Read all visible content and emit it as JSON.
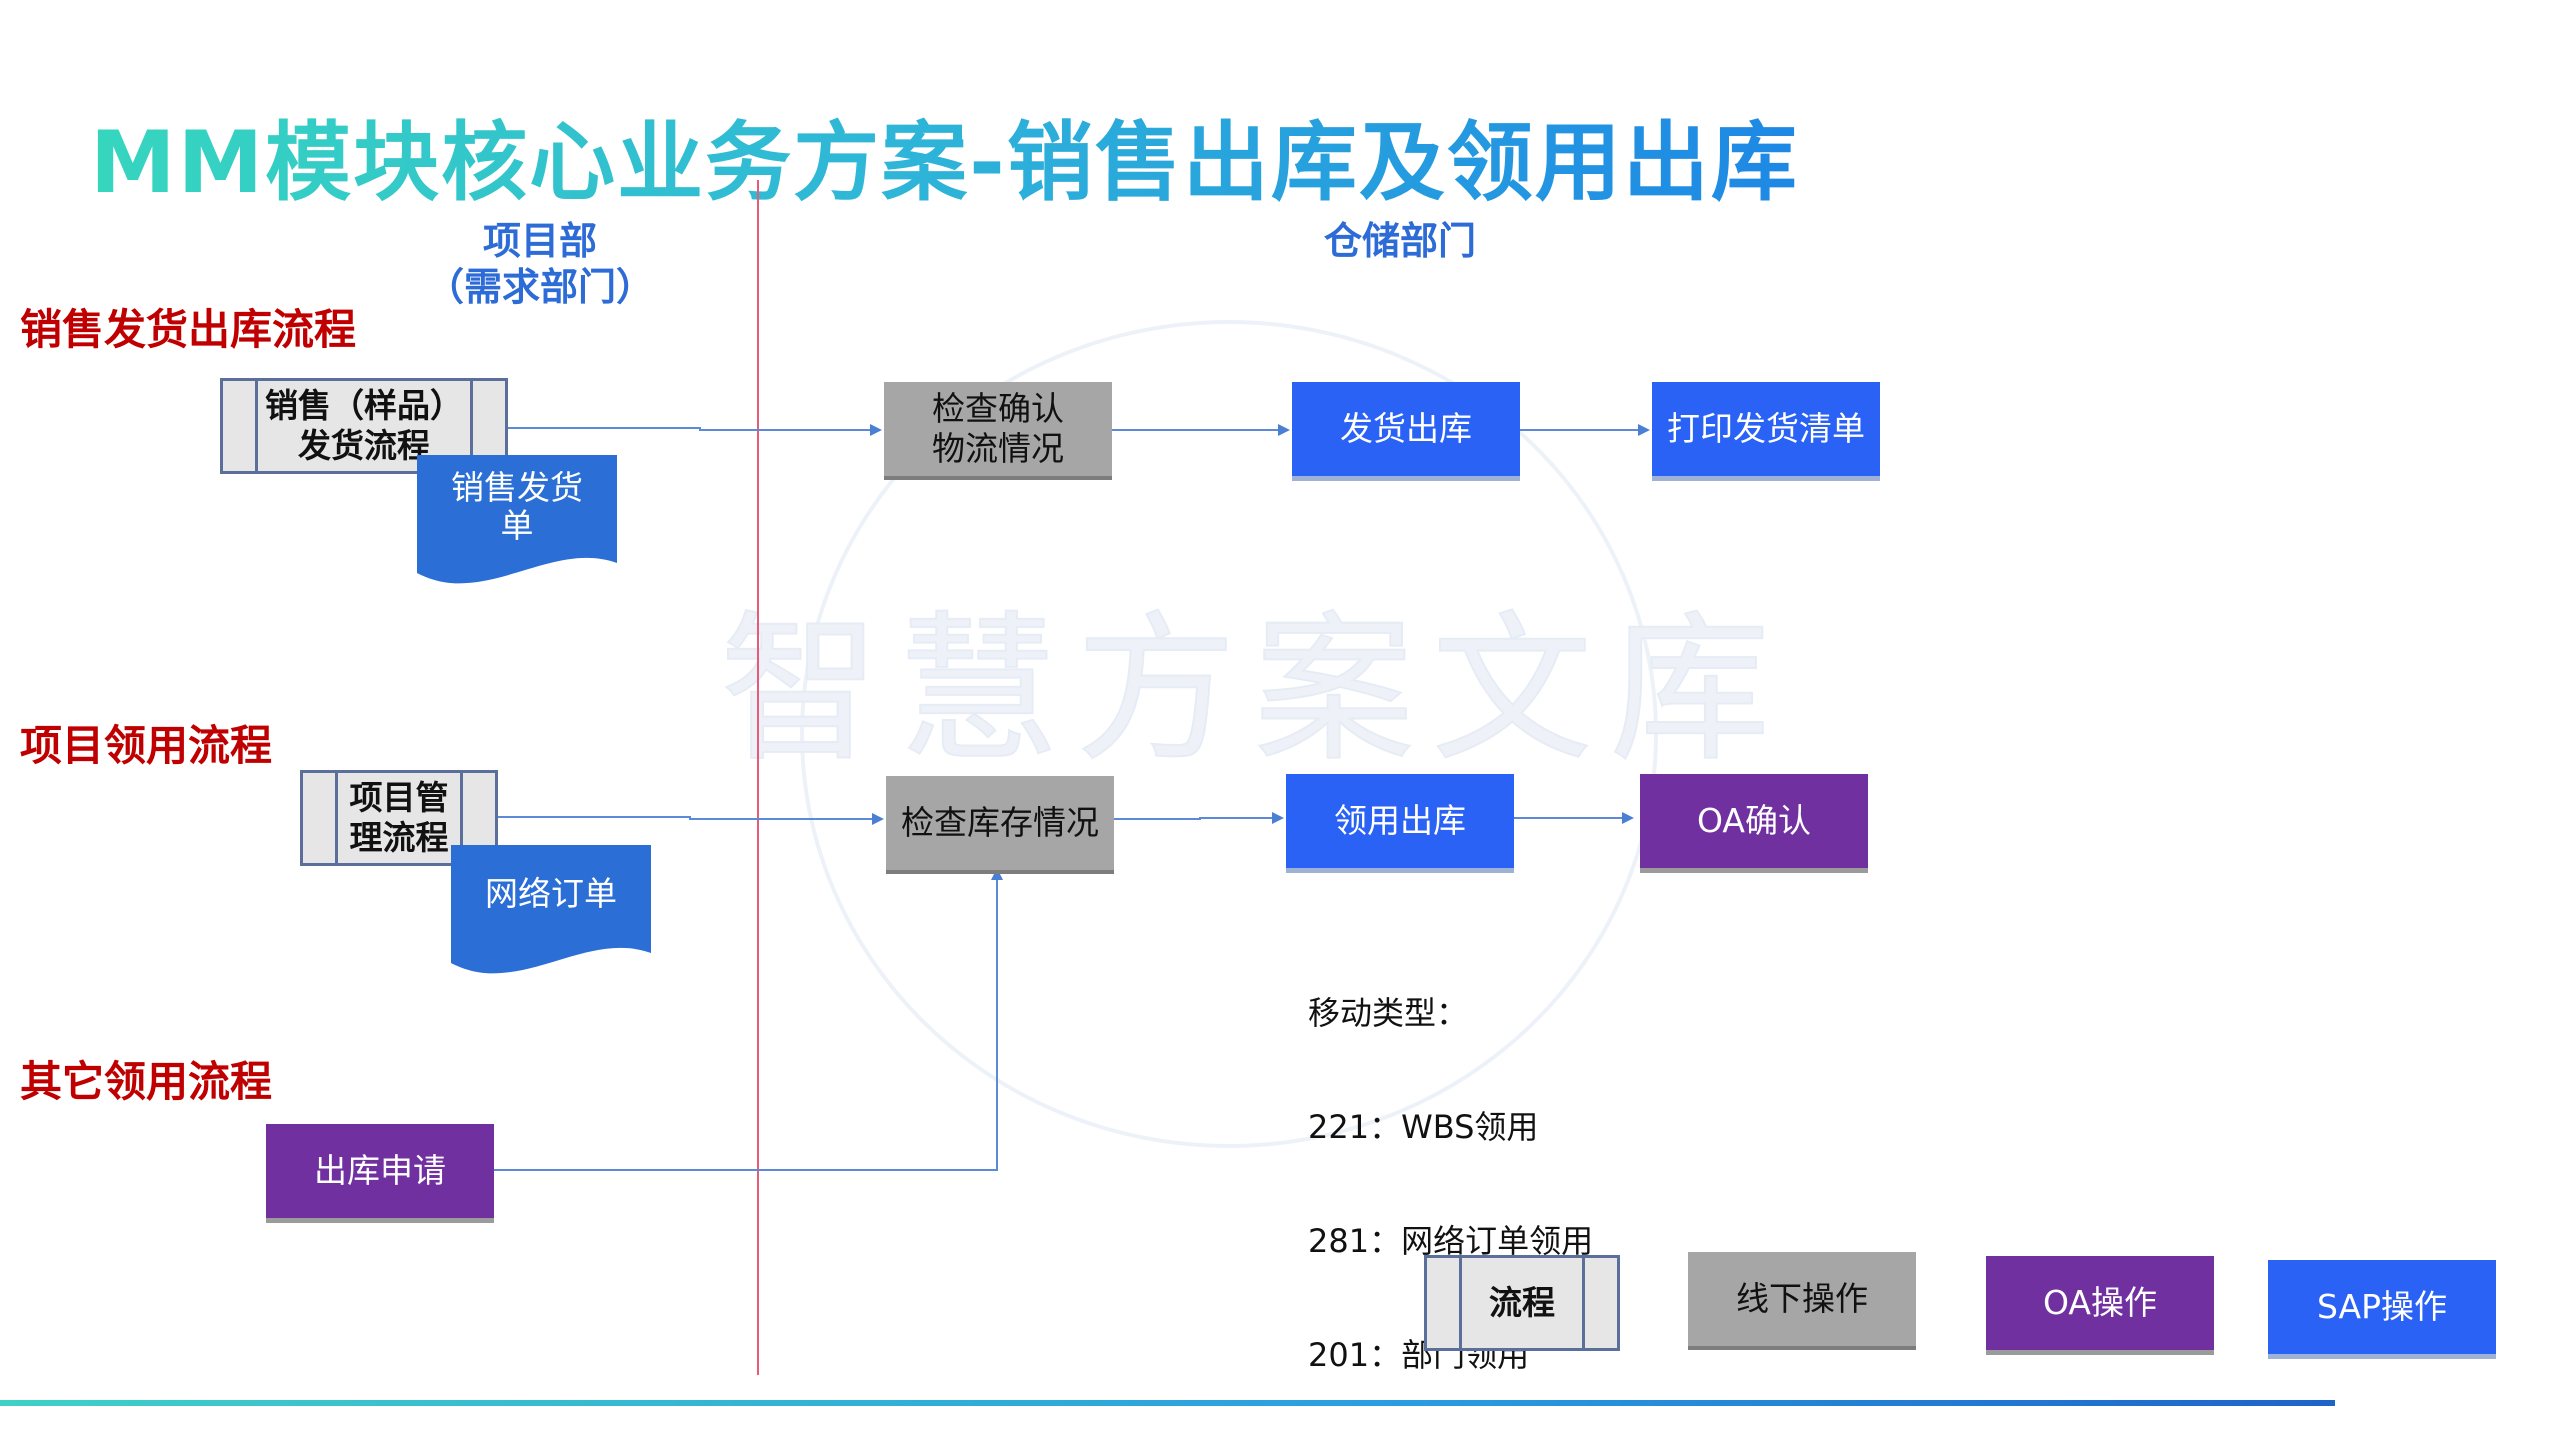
{
  "title": "MM模块核心业务方案-销售出库及领用出库",
  "columns": {
    "project_dept_line1": "项目部",
    "project_dept_line2": "（需求部门）",
    "warehouse_dept": "仓储部门"
  },
  "rows": {
    "sales": "销售发货出库流程",
    "project": "项目领用流程",
    "other": "其它领用流程"
  },
  "nodes": {
    "sales_sample_process": [
      "销售（样品）",
      "发货流程"
    ],
    "sales_delivery_doc": [
      "销售发货",
      "单"
    ],
    "check_logistics": [
      "检查确认",
      "物流情况"
    ],
    "ship_out": "发货出库",
    "print_delivery_list": "打印发货清单",
    "project_mgmt_process": [
      "项目管",
      "理流程"
    ],
    "network_order_doc": "网络订单",
    "check_inventory": "检查库存情况",
    "issue_out": "领用出库",
    "oa_confirm": "OA确认",
    "outbound_request": "出库申请"
  },
  "movement_types": {
    "header": "移动类型：",
    "items": [
      "221：WBS领用",
      "281：网络订单领用",
      "201：部门领用"
    ]
  },
  "legend": {
    "process": "流程",
    "offline": "线下操作",
    "oa": "OA操作",
    "sap": "SAP操作"
  },
  "watermark": "智慧方案文库",
  "colors": {
    "sap_blue": "#2962f5",
    "oa_purple": "#7030a0",
    "offline_gray": "#a6a6a6",
    "row_label_red": "#c00000",
    "column_head_blue": "#2d6bd6"
  }
}
